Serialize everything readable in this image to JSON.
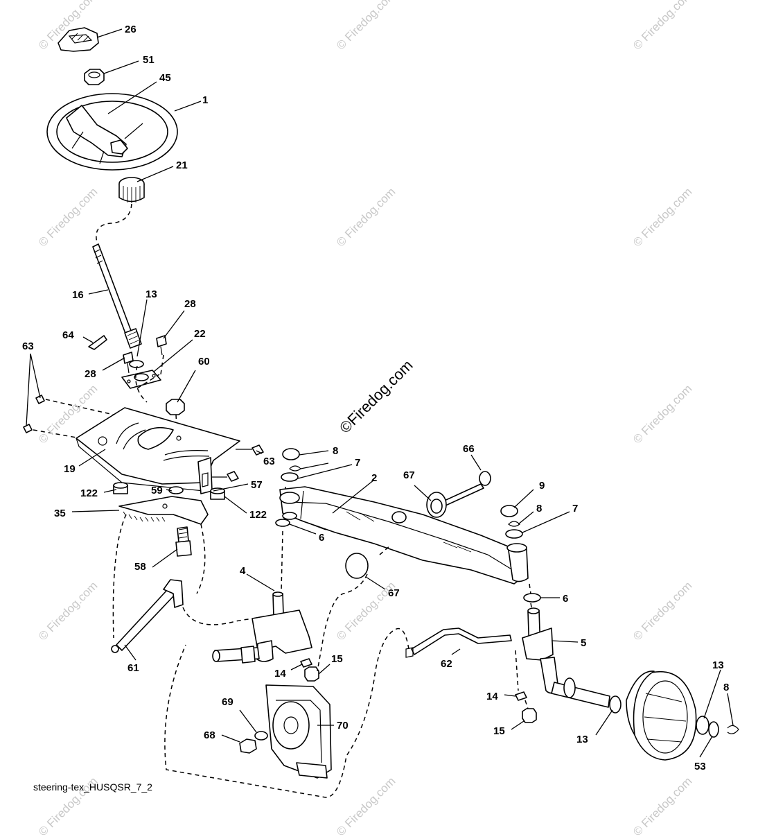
{
  "diagram": {
    "caption": "steering-tex_HUSQSR_7_2",
    "watermark": "© Firedog.com",
    "watermark_main": "©Firedog.com",
    "callouts": {
      "c26": "26",
      "c51": "51",
      "c45": "45",
      "c1": "1",
      "c21": "21",
      "c16": "16",
      "c13a": "13",
      "c28a": "28",
      "c64": "64",
      "c28b": "28",
      "c22": "22",
      "c63a": "63",
      "c60": "60",
      "c63b": "63",
      "c57": "57",
      "c19": "19",
      "c122a": "122",
      "c59": "59",
      "c35": "35",
      "c122b": "122",
      "c58": "58",
      "c61": "61",
      "c4": "4",
      "c14a": "14",
      "c15a": "15",
      "c69": "69",
      "c68": "68",
      "c70": "70",
      "c8a": "8",
      "c7a": "7",
      "c2": "2",
      "c6a": "6",
      "c66": "66",
      "c67a": "67",
      "c67b": "67",
      "c9": "9",
      "c8b": "8",
      "c7b": "7",
      "c6b": "6",
      "c5": "5",
      "c62": "62",
      "c14b": "14",
      "c15b": "15",
      "c13b": "13",
      "c13c": "13",
      "c8c": "8",
      "c53": "53"
    }
  }
}
